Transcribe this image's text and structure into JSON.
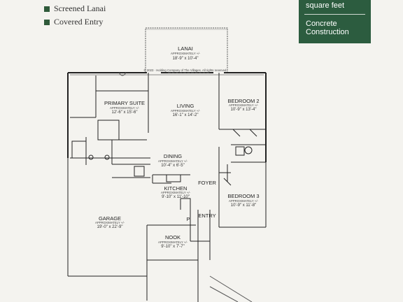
{
  "legend": {
    "items": [
      {
        "label": "Screened Lanai"
      },
      {
        "label": "Covered Entry"
      }
    ],
    "swatch_color": "#2f5a3a"
  },
  "infobox": {
    "sqft_label": "square feet",
    "construction_label": "Concrete Construction",
    "background": "#2c5c3f"
  },
  "copyright": "© 2023 · Holding Company of The Villages. All rights reserved.",
  "rooms": {
    "lanai": {
      "name": "LANAI",
      "approx": "APPROXIMATELY +/-",
      "dims": "18'-9\" x 10'-4\""
    },
    "primary_suite": {
      "name": "PRIMARY SUITE",
      "approx": "APPROXIMATELY +/-",
      "dims": "12'-6\" x 15'-6\""
    },
    "living": {
      "name": "LIVING",
      "approx": "APPROXIMATELY +/-",
      "dims": "16'-1\" x 14'-2\""
    },
    "bedroom2": {
      "name": "BEDROOM 2",
      "approx": "APPROXIMATELY +/-",
      "dims": "10'-9\" x 13'-4\""
    },
    "dining": {
      "name": "DINING",
      "approx": "APPROXIMATELY +/-",
      "dims": "10'-4\" x 6'-5\""
    },
    "kitchen": {
      "name": "KITCHEN",
      "approx": "APPROXIMATELY +/-",
      "dims": "9'-10\" x 11'-10\""
    },
    "foyer": {
      "name": "FOYER"
    },
    "bedroom3": {
      "name": "BEDROOM 3",
      "approx": "APPROXIMATELY +/-",
      "dims": "10'-9\" x 11'-8\""
    },
    "garage": {
      "name": "GARAGE",
      "approx": "APPROXIMATELY +/-",
      "dims": "19'-0\" x 22'-9\""
    },
    "entry": {
      "name": "ENTRY"
    },
    "nook": {
      "name": "NOOK",
      "approx": "APPROXIMATELY +/-",
      "dims": "9'-10\" x 7'-7\""
    },
    "pantry": {
      "name": "P"
    }
  }
}
